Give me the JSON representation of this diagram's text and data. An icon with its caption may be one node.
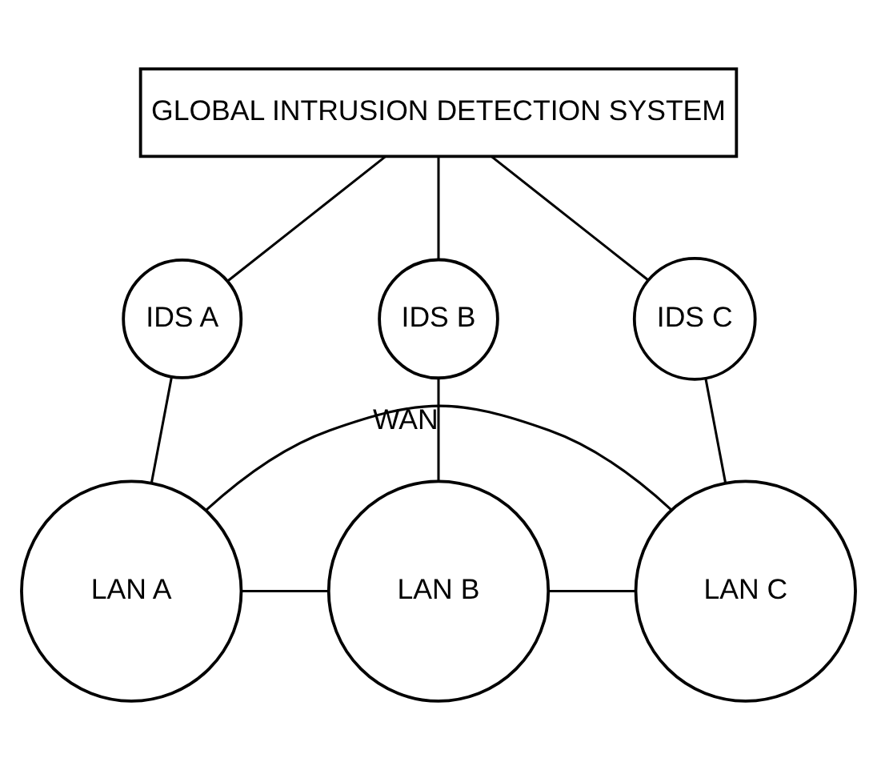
{
  "diagram": {
    "nodes": [
      {
        "text": [
          "GLOBAL INTRUSION DETECTION SYSTEM"
        ]
      },
      {
        "text": [
          "IDS A"
        ]
      },
      {
        "text": [
          "IDS B"
        ]
      },
      {
        "text": [
          "IDS C"
        ]
      },
      {
        "text": [
          "LAN A"
        ]
      },
      {
        "text": [
          "LAN B"
        ]
      },
      {
        "text": [
          "LAN C"
        ]
      }
    ],
    "edges": [
      {
        "from": 0,
        "to": 1,
        "arrow": "none"
      },
      {
        "from": 0,
        "to": 2,
        "arrow": "none"
      },
      {
        "from": 0,
        "to": 3,
        "arrow": "none"
      },
      {
        "from": 1,
        "to": 4,
        "arrow": "none"
      },
      {
        "from": 2,
        "to": 5,
        "arrow": "none"
      },
      {
        "from": 3,
        "to": 6,
        "arrow": "none"
      },
      {
        "from": 4,
        "to": 5,
        "arrow": "none"
      },
      {
        "from": 5,
        "to": 6,
        "arrow": "none"
      },
      {
        "from": 4,
        "to": 6,
        "arrow": "none",
        "label": "WAN"
      }
    ]
  }
}
